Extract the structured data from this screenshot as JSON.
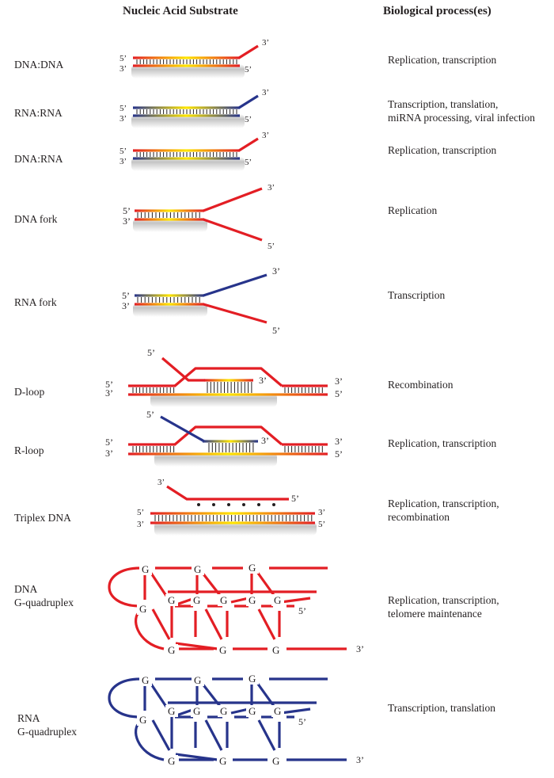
{
  "headers": {
    "substrate": "Nucleic Acid Substrate",
    "process": "Biological process(es)"
  },
  "colors": {
    "dna": "#e31e24",
    "rna": "#27348b",
    "gradient_mid": "#ffe600",
    "shadow": "#bdbdbd",
    "text": "#231f20"
  },
  "strand_end_labels": {
    "five_prime": "5’",
    "three_prime": "3’"
  },
  "quadruplex_base": "G",
  "rows": [
    {
      "substrate": "DNA:DNA",
      "process": [
        "Replication, transcription"
      ]
    },
    {
      "substrate": "RNA:RNA",
      "process": [
        "Transcription, translation,",
        "miRNA processing, viral infection"
      ]
    },
    {
      "substrate": "DNA:RNA",
      "process": [
        "Replication, transcription"
      ]
    },
    {
      "substrate": "DNA fork",
      "process": [
        "Replication"
      ]
    },
    {
      "substrate": "RNA fork",
      "process": [
        "Transcription"
      ]
    },
    {
      "substrate": "D-loop",
      "process": [
        "Recombination"
      ]
    },
    {
      "substrate": "R-loop",
      "process": [
        "Replication, transcription"
      ]
    },
    {
      "substrate": "Triplex DNA",
      "process": [
        "Replication, transcription,",
        "recombination"
      ]
    },
    {
      "substrate": [
        "DNA",
        "G-quadruplex"
      ],
      "process": [
        "Replication, transcription,",
        "telomere maintenance"
      ]
    },
    {
      "substrate": [
        "RNA",
        "G-quadruplex"
      ],
      "process": [
        "Transcription, translation"
      ]
    }
  ]
}
